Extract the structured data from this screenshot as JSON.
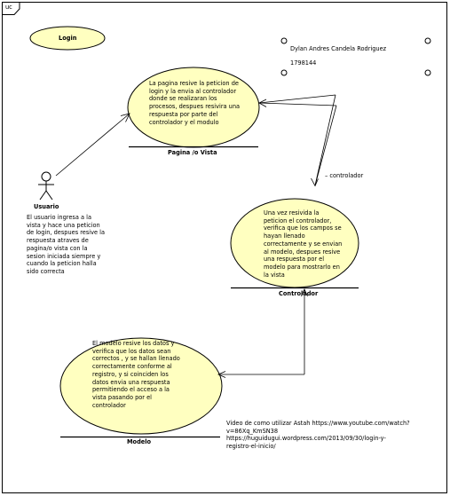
{
  "frame": {
    "tag": "uc"
  },
  "login_label": "Login",
  "author": {
    "name": "Dylan Andres Candela Rodriguez",
    "id": "1798144"
  },
  "usecases": {
    "pagina": {
      "text": "La pagina resive la peticion de\nlogin y la envia al controlador\ndonde se realizaran los\nprocesos, despues resivira una\nrespuesta por parte del\ncontrolador y el modulo",
      "label": "Pagina /o Vista"
    },
    "controlador": {
      "text": "Una vez resivida la\npeticion el controlador,\nverifica que los campos se\nhayan llenado\ncorrectamente y se envian\nal modelo, despues resive\nuna respuesta por el\nmodelo para mostrarlo en\nla vista",
      "label": "Controlador"
    },
    "modelo": {
      "text": "El modelo resive los datos y\nverifica que los datos sean\ncorrectos , y se hallan llenado\ncorrectamente conforme al\nregistro, y si coinciden los\ndatos envia una respuesta\npermitiendo el acceso a la\nvista pasando por el\ncontrolador",
      "label": "Modelo"
    }
  },
  "actor": {
    "name": "Usuario",
    "description": "El usuario ingresa a la\nvista y hace una peticion\nde login, despues resive la\nrespuesta atraves de\npagina/o vista con la\nsesion iniciada siempre y\ncuando la peticion halla\nsido correcta"
  },
  "controller_note": "– controlador",
  "video_note": "Video de como utilizar Astah https://www.youtube.com/watch?\nv=86Xq_KmSN38\nhttps://huguidugui.wordpress.com/2013/09/30/login-y-\nregistro-el-inicio/",
  "colors": {
    "usecase_fill": "#ffffc0",
    "stroke": "#000000",
    "background": "#ffffff"
  }
}
